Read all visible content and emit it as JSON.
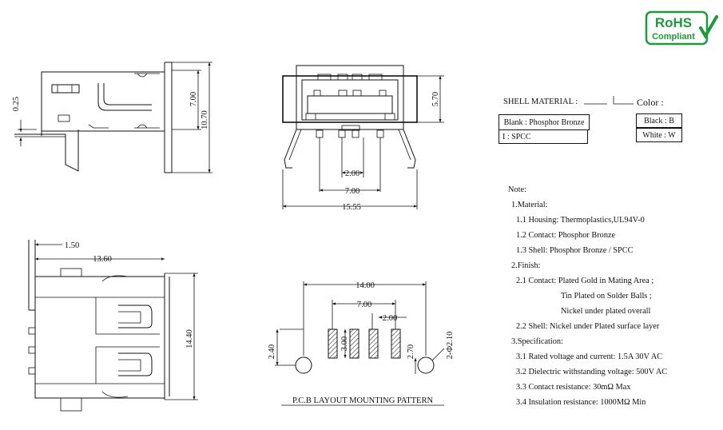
{
  "logo": {
    "line1": "RoHS",
    "line2": "Compliant",
    "color": "#1f9a3a"
  },
  "dims": {
    "d025": "0.25",
    "d700a": "7.00",
    "d1070": "10.70",
    "d570": "5.70",
    "d200a": "2.00",
    "d700b": "7.00",
    "d1555": "15.55",
    "d150": "1.50",
    "d1360": "13.60",
    "d1440": "14.40",
    "d1400": "14.00",
    "d700c": "7.00",
    "d200b": "2.00",
    "d300": "3.00",
    "d240": "2.40",
    "d270": "2.70",
    "dhole": "2-Φ2.10"
  },
  "pcb_caption": "P.C.B LAYOUT MOUNTING PATTERN",
  "shell": {
    "title": "SHELL MATERIAL :",
    "options": [
      "Blank : Phosphor Bronze",
      "I : SPCC"
    ],
    "color_title": "Color :",
    "colors": [
      "Black : B",
      "White : W"
    ]
  },
  "notes": [
    "Note:",
    "1.Material:",
    "1.1 Housing: Thermoplastics,UL94V-0",
    "1.2 Contact: Phosphor Bronze",
    "1.3 Shell: Phosphor Bronze / SPCC",
    "2.Finish:",
    "2.1 Contact: Plated Gold in Mating Area ;",
    "Tin Plated on Solder Balls ;",
    "Nickel under plated overall",
    "2.2 Shell: Nickel under Plated surface layer",
    "3.Specification:",
    "3.1 Rated voltage and current: 1.5A 30V AC",
    "3.2 Dielectric withstanding voltage: 500V AC",
    "3.3 Contact resistance: 30mΩ Max",
    "3.4 Insulation resistance: 1000MΩ Min"
  ]
}
